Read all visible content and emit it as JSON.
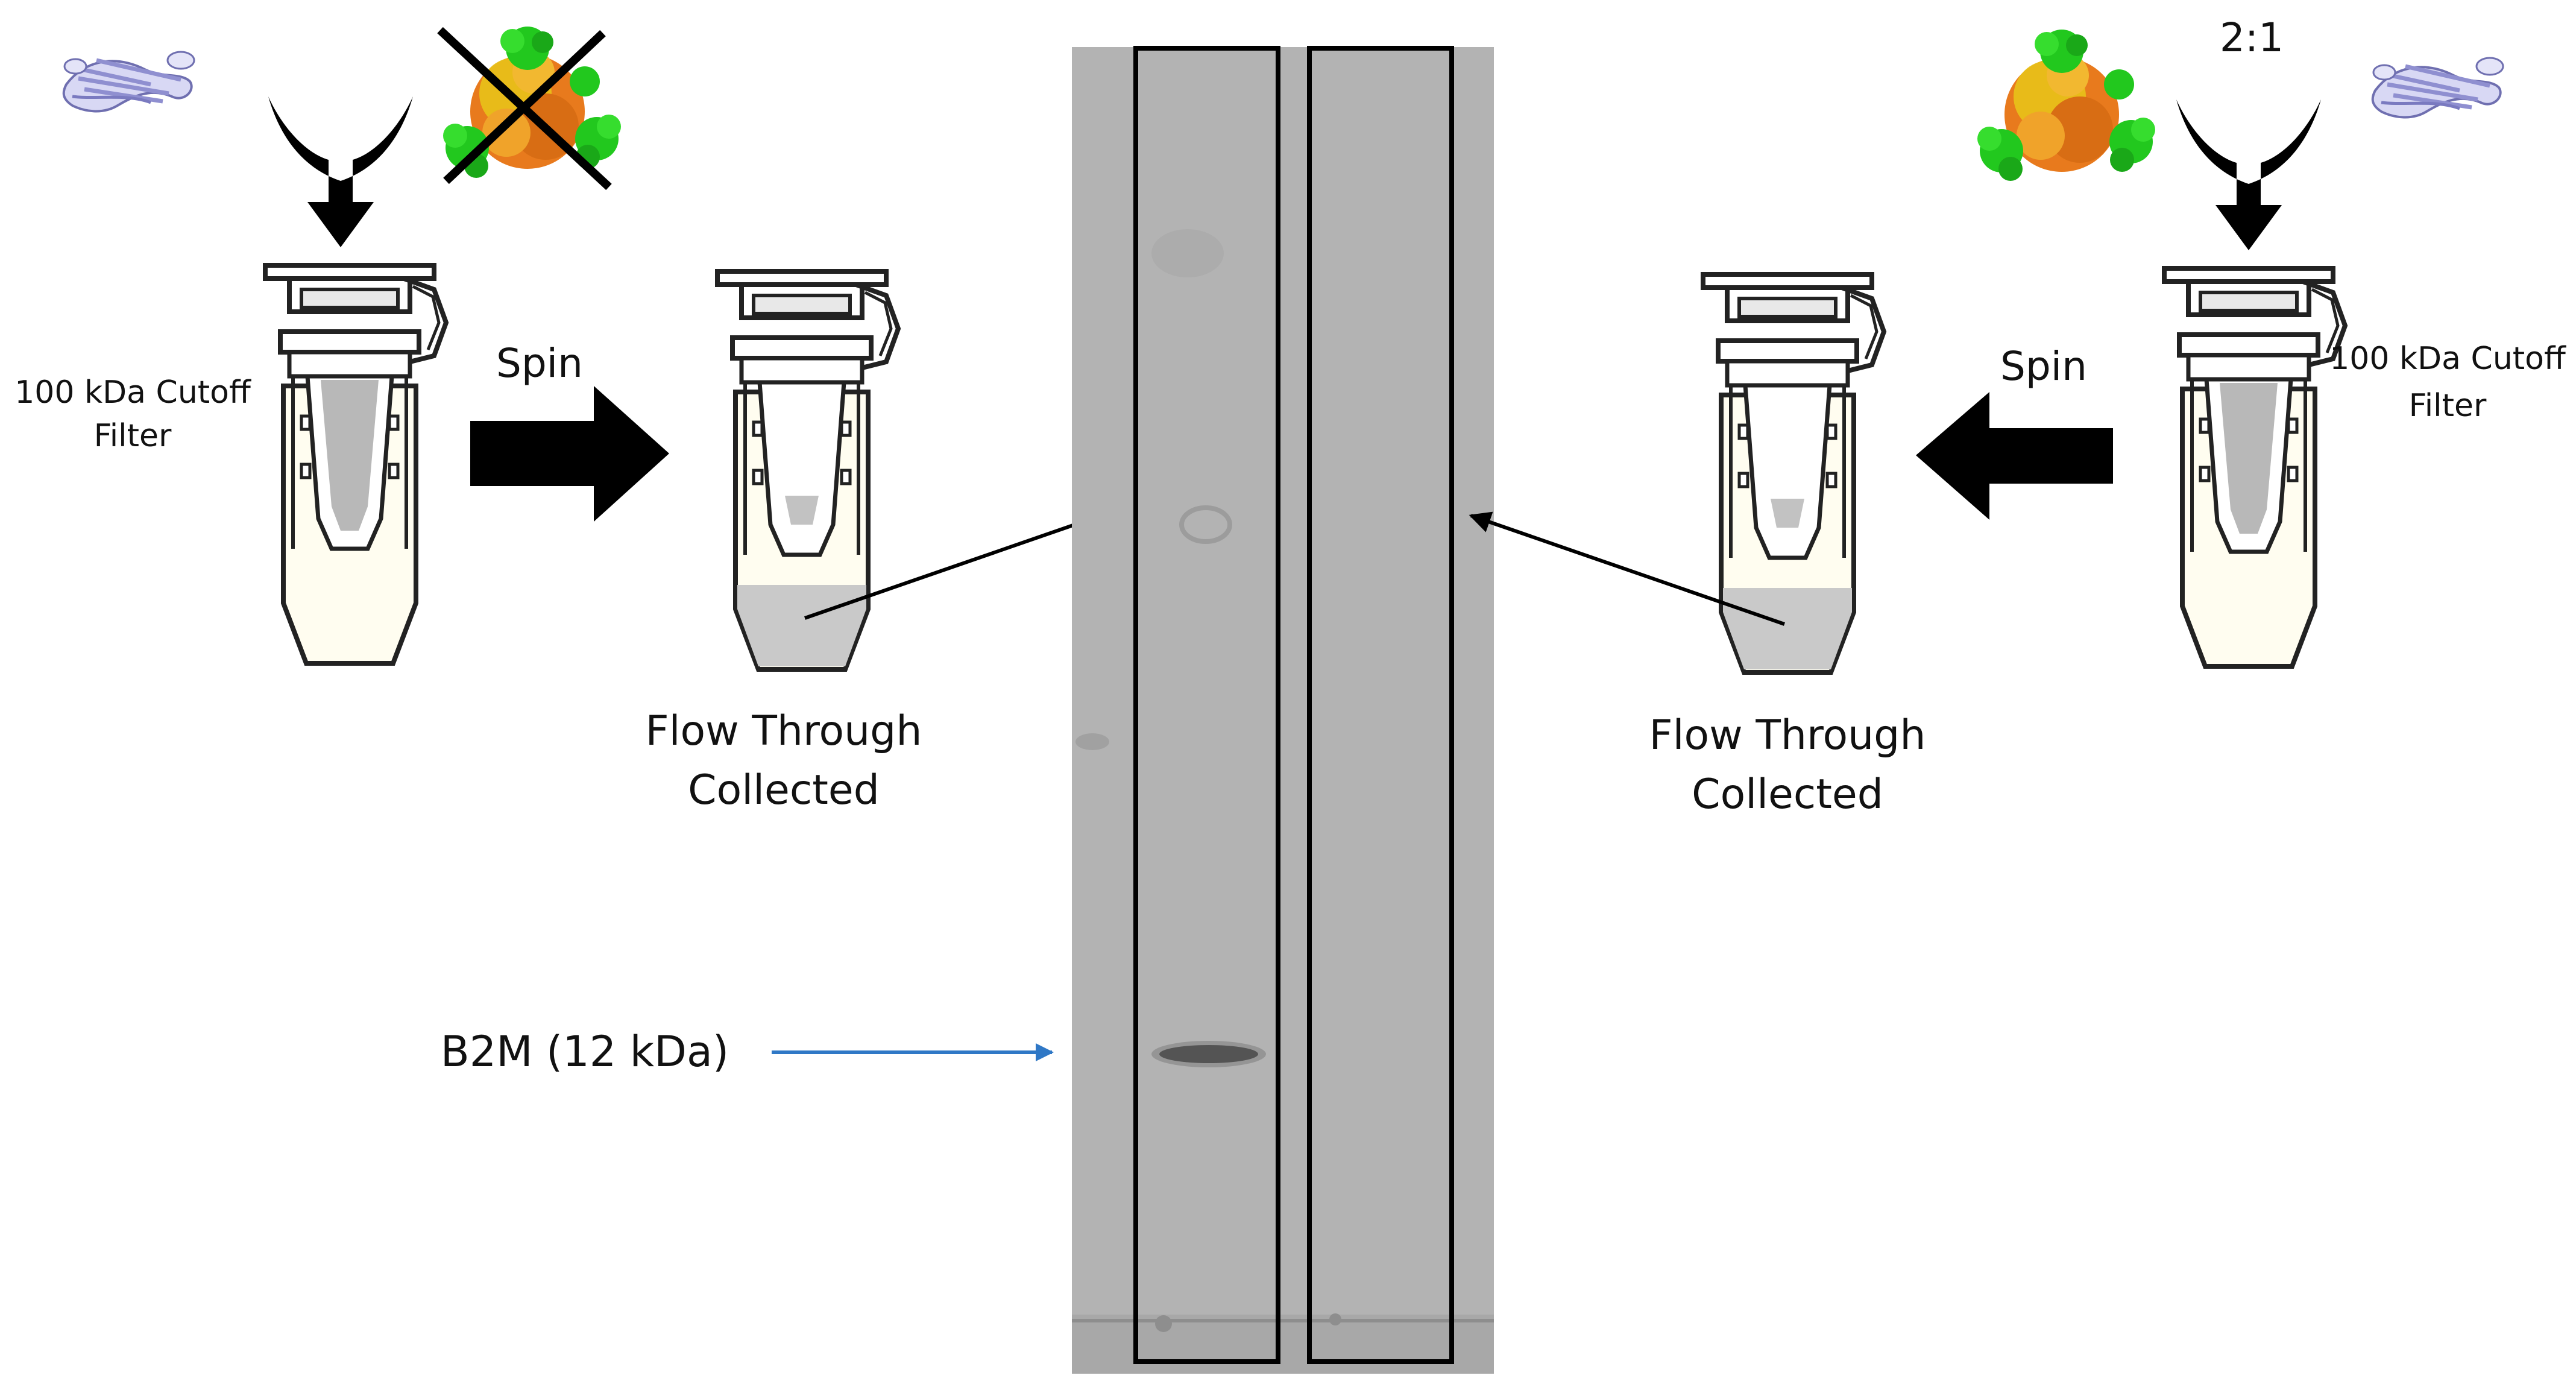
{
  "left": {
    "filter_label": [
      "100 kDa Cutoff",
      "Filter"
    ],
    "spin_label": "Spin",
    "flow_label": [
      "Flow Through",
      "Collected"
    ]
  },
  "right": {
    "ratio_label": "2:1",
    "filter_label": [
      "100 kDa Cutoff",
      "Filter"
    ],
    "spin_label": "Spin",
    "flow_label": [
      "Flow Through",
      "Collected"
    ]
  },
  "marker_label": "B2M (12 kDa)",
  "colors": {
    "arrow": "#000000",
    "marker_arrow": "#2f78c6",
    "gel": "#b7b7b7",
    "tube_fill": "#fffdf0",
    "tube_liquid": "#c9c9c9",
    "complex_orange": "#e87a1d",
    "complex_yellow": "#e8c21a",
    "complex_green": "#22c81e",
    "b2m_purple": "#8f8fd0"
  }
}
